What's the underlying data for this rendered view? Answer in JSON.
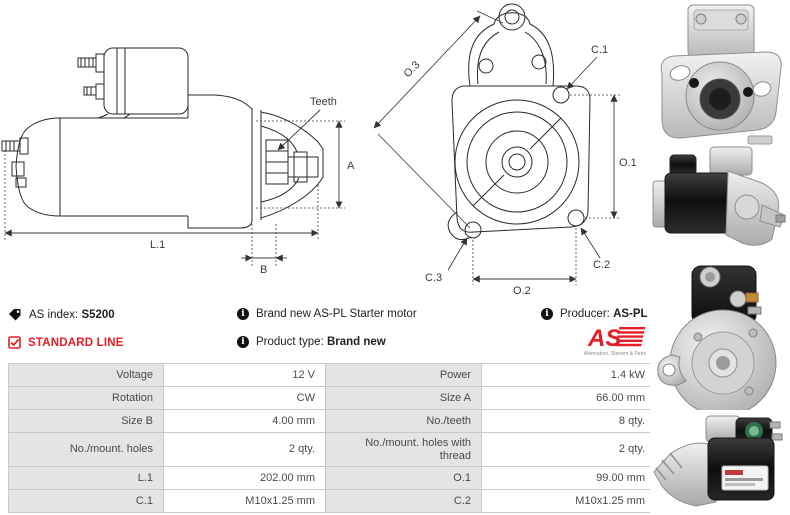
{
  "side_view": {
    "teeth": "Teeth",
    "a": "A",
    "l1": "L.1",
    "b": "B"
  },
  "front_view": {
    "o1": "O.1",
    "o2": "O.2",
    "o3": "O.3",
    "c1": "C.1",
    "c2": "C.2",
    "c3": "C.3"
  },
  "info": {
    "as_index_label": "AS index:",
    "as_index_value": "S5200",
    "standard_line": "STANDARD LINE",
    "brand_new": "Brand new AS-PL Starter motor",
    "product_type_label": "Product type:",
    "product_type_value": "Brand new",
    "producer_label": "Producer:",
    "producer_value": "AS-PL",
    "logo_text": "AS",
    "logo_tagline": "Alternators, Starters & Parts"
  },
  "table": {
    "rows": [
      {
        "l1": "Voltage",
        "v1": "12 V",
        "l2": "Power",
        "v2": "1.4 kW"
      },
      {
        "l1": "Rotation",
        "v1": "CW",
        "l2": "Size A",
        "v2": "66.00 mm"
      },
      {
        "l1": "Size B",
        "v1": "4.00 mm",
        "l2": "No./teeth",
        "v2": "8 qty."
      },
      {
        "l1": "No./mount. holes",
        "v1": "2 qty.",
        "l2": "No./mount. holes with thread",
        "v2": "2 qty."
      },
      {
        "l1": "L.1",
        "v1": "202.00 mm",
        "l2": "O.1",
        "v2": "99.00 mm"
      },
      {
        "l1": "C.1",
        "v1": "M10x1.25 mm",
        "l2": "C.2",
        "v2": "M10x1.25 mm"
      }
    ]
  },
  "colors": {
    "accent_red": "#e31e24",
    "table_label_bg": "#e4e4e4",
    "table_border": "#c9c9c9",
    "drawing_line": "#222222"
  },
  "photos": [
    {
      "name": "starter-front-view-photo"
    },
    {
      "name": "starter-side-view-photo"
    },
    {
      "name": "starter-rear-view-photo"
    },
    {
      "name": "starter-angled-view-photo"
    }
  ]
}
